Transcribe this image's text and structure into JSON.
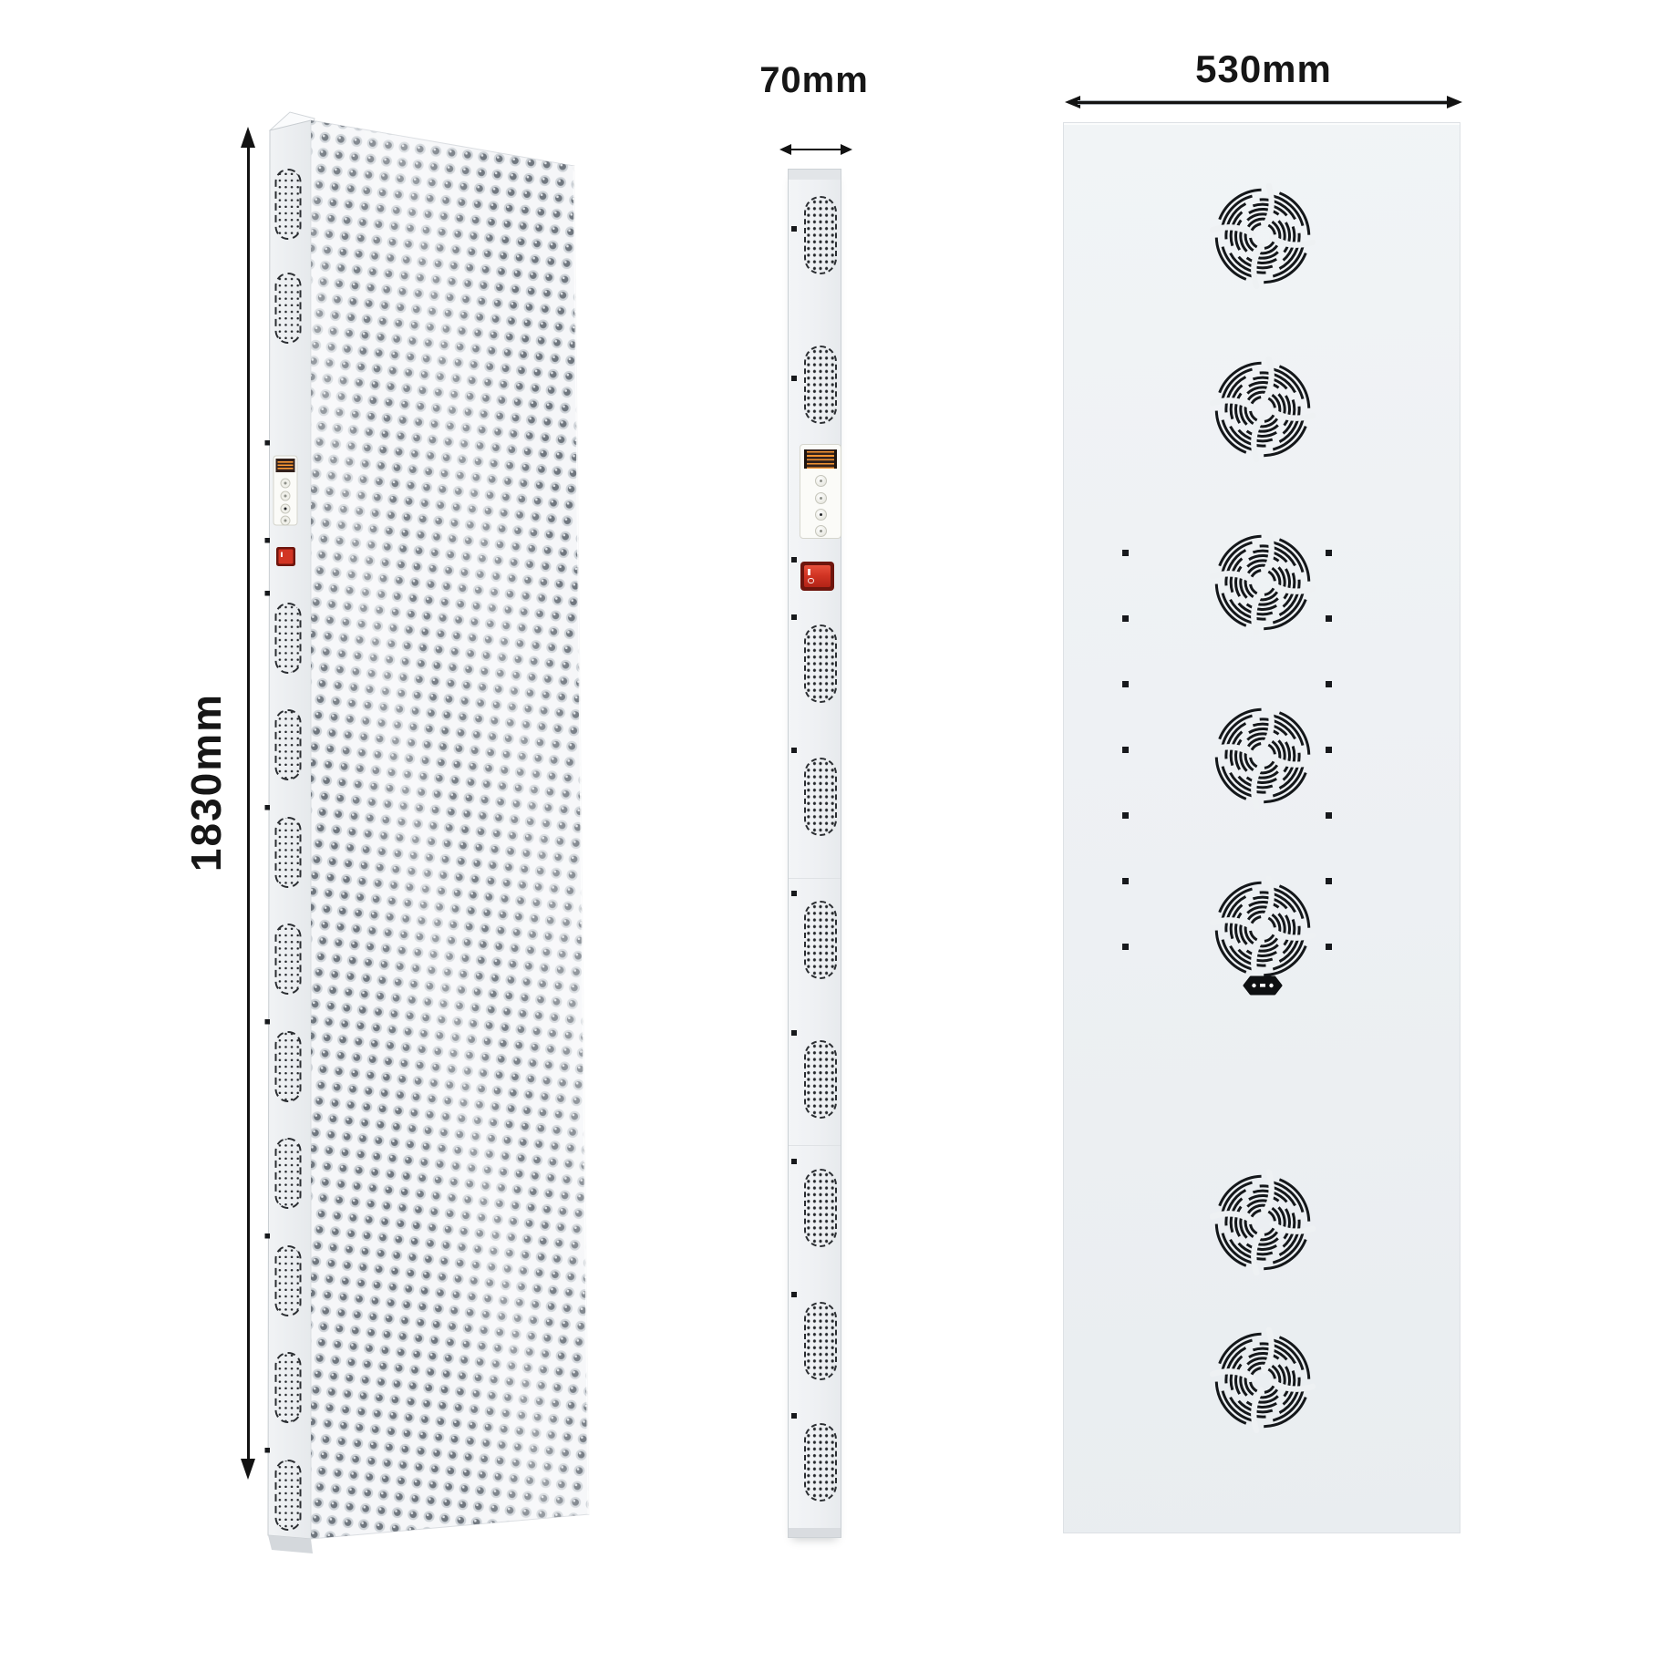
{
  "labels": {
    "height": "1830mm",
    "depth": "70mm",
    "width": "530mm"
  },
  "counts": {
    "back_fans": 7,
    "front_side_vents": 11,
    "side_view_vents": 9,
    "control_buttons": 4,
    "back_screw_dot_rows": 7,
    "back_screw_dot_cols": 2
  },
  "icons": {
    "fan": "fan-grille-icon",
    "vent": "vent-grille-icon",
    "switch": "power-switch",
    "inlet": "power-inlet-icon",
    "display": "control-display"
  },
  "colors": {
    "background": "#ffffff",
    "panel_body": "#eef1f3",
    "panel_face": "#f5f6f8",
    "dimension_line": "#141414",
    "vent_stroke": "#2b2e32",
    "switch_red": "#d23524",
    "switch_frame": "#6e150d",
    "screen_glow": "#ff9a33",
    "led_dot": "#70777f"
  }
}
